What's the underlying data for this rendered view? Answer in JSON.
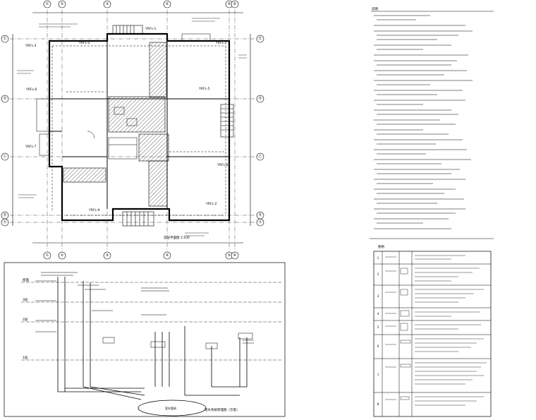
{
  "plan": {
    "grid_top": [
      "①",
      "②",
      "③",
      "④",
      "⑤",
      "⑥"
    ],
    "grid_bottom": [
      "①",
      "②",
      "③",
      "④",
      "⑤",
      "⑥"
    ],
    "grid_left": [
      "Ⓔ",
      "Ⓓ",
      "Ⓒ",
      "Ⓑ",
      "Ⓐ"
    ],
    "grid_right": [
      "Ⓔ",
      "Ⓓ",
      "Ⓒ",
      "Ⓑ",
      "Ⓐ"
    ],
    "room_labels": [
      "YRFL-1",
      "YRFL-2",
      "YRFL-3",
      "YRFL-4",
      "YRFL-5",
      "YRFL-6",
      "YRFL-7",
      "YRFL-8",
      "YRFL-9",
      "YRFL-2"
    ],
    "title": "首层平面图  1:100"
  },
  "riser": {
    "title": "给水系统原理图（示意）",
    "levels": [
      "屋面",
      "3层",
      "2层",
      "1层"
    ],
    "tank_label": "室外管网"
  },
  "notes": {
    "heading": "说明"
  },
  "legend": {
    "heading": "图例",
    "numbers": [
      "1",
      "2",
      "3",
      "4",
      "5",
      "6",
      "7",
      "8"
    ]
  }
}
